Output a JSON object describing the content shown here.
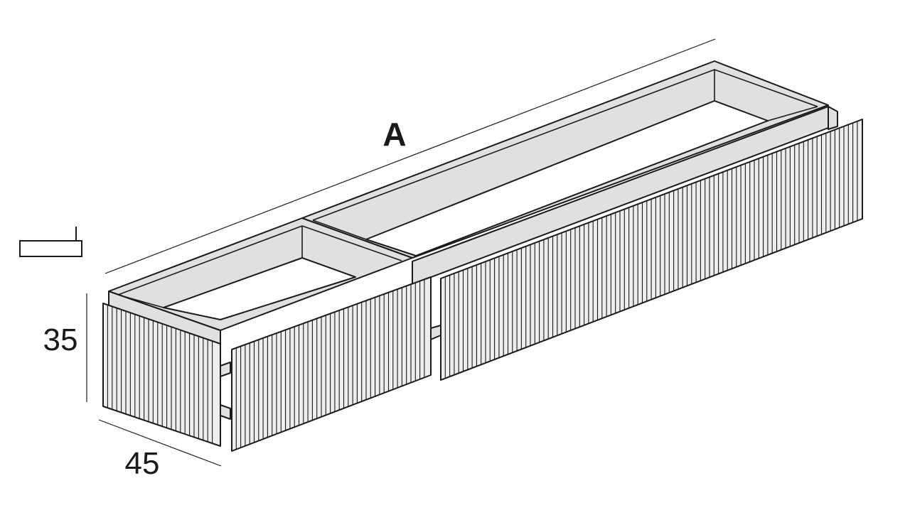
{
  "drawing": {
    "dimensions": {
      "width": "A",
      "height": "35",
      "depth": "45"
    },
    "colors": {
      "line": "#1a1a1a",
      "panel_fill": "#e0e0e0",
      "interior_fill": "#ffffff",
      "front_fill": "#ededed",
      "background": "#ffffff"
    },
    "icons": {
      "mounting": "wall-mount-icon"
    }
  }
}
